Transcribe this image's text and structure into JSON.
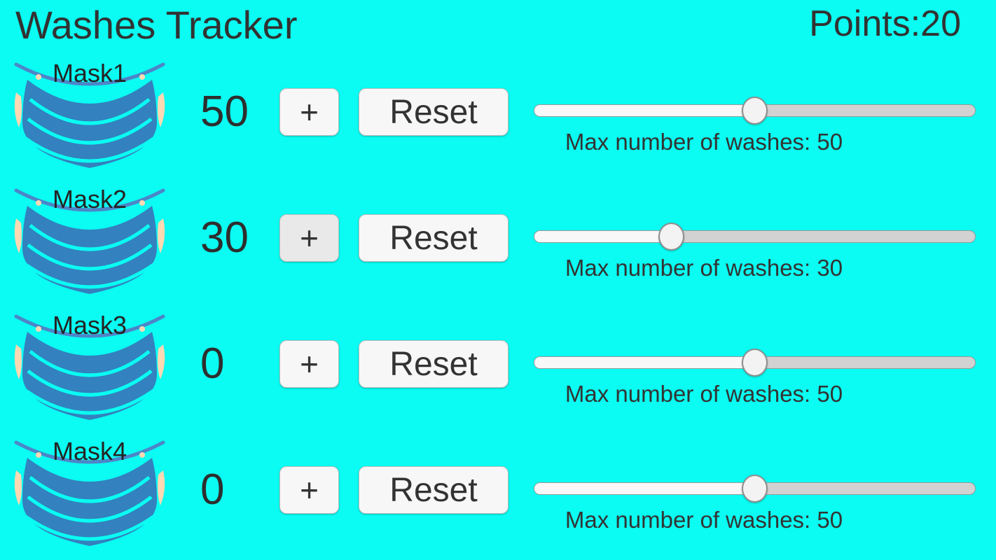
{
  "app": {
    "title": "Washes Tracker",
    "points_label": "Points:",
    "points_value": "20"
  },
  "controls": {
    "plus_label": "+",
    "reset_label": "Reset"
  },
  "colors": {
    "background": "#0afcf2",
    "mask_body_blue": "#3381be",
    "mask_strap_blue": "#4c86c8",
    "mask_ear_peach": "#fbd9b3",
    "button_bg": "#f7f7f7",
    "track_empty": "#d2d2d2",
    "track_filled": "#f8f8f8",
    "text_dark": "#323232"
  },
  "masks": [
    {
      "name": "Mask1",
      "count": "50",
      "max_washes": 50,
      "slider_percent": 50,
      "max_label": "Max number of washes: 50",
      "plus_state": "default"
    },
    {
      "name": "Mask2",
      "count": "30",
      "max_washes": 30,
      "slider_percent": 30,
      "max_label": "Max number of washes: 30",
      "plus_state": "hover"
    },
    {
      "name": "Mask3",
      "count": "0",
      "max_washes": 50,
      "slider_percent": 50,
      "max_label": "Max number of washes: 50",
      "plus_state": "default"
    },
    {
      "name": "Mask4",
      "count": "0",
      "max_washes": 50,
      "slider_percent": 50,
      "max_label": "Max number of washes: 50",
      "plus_state": "default"
    }
  ]
}
